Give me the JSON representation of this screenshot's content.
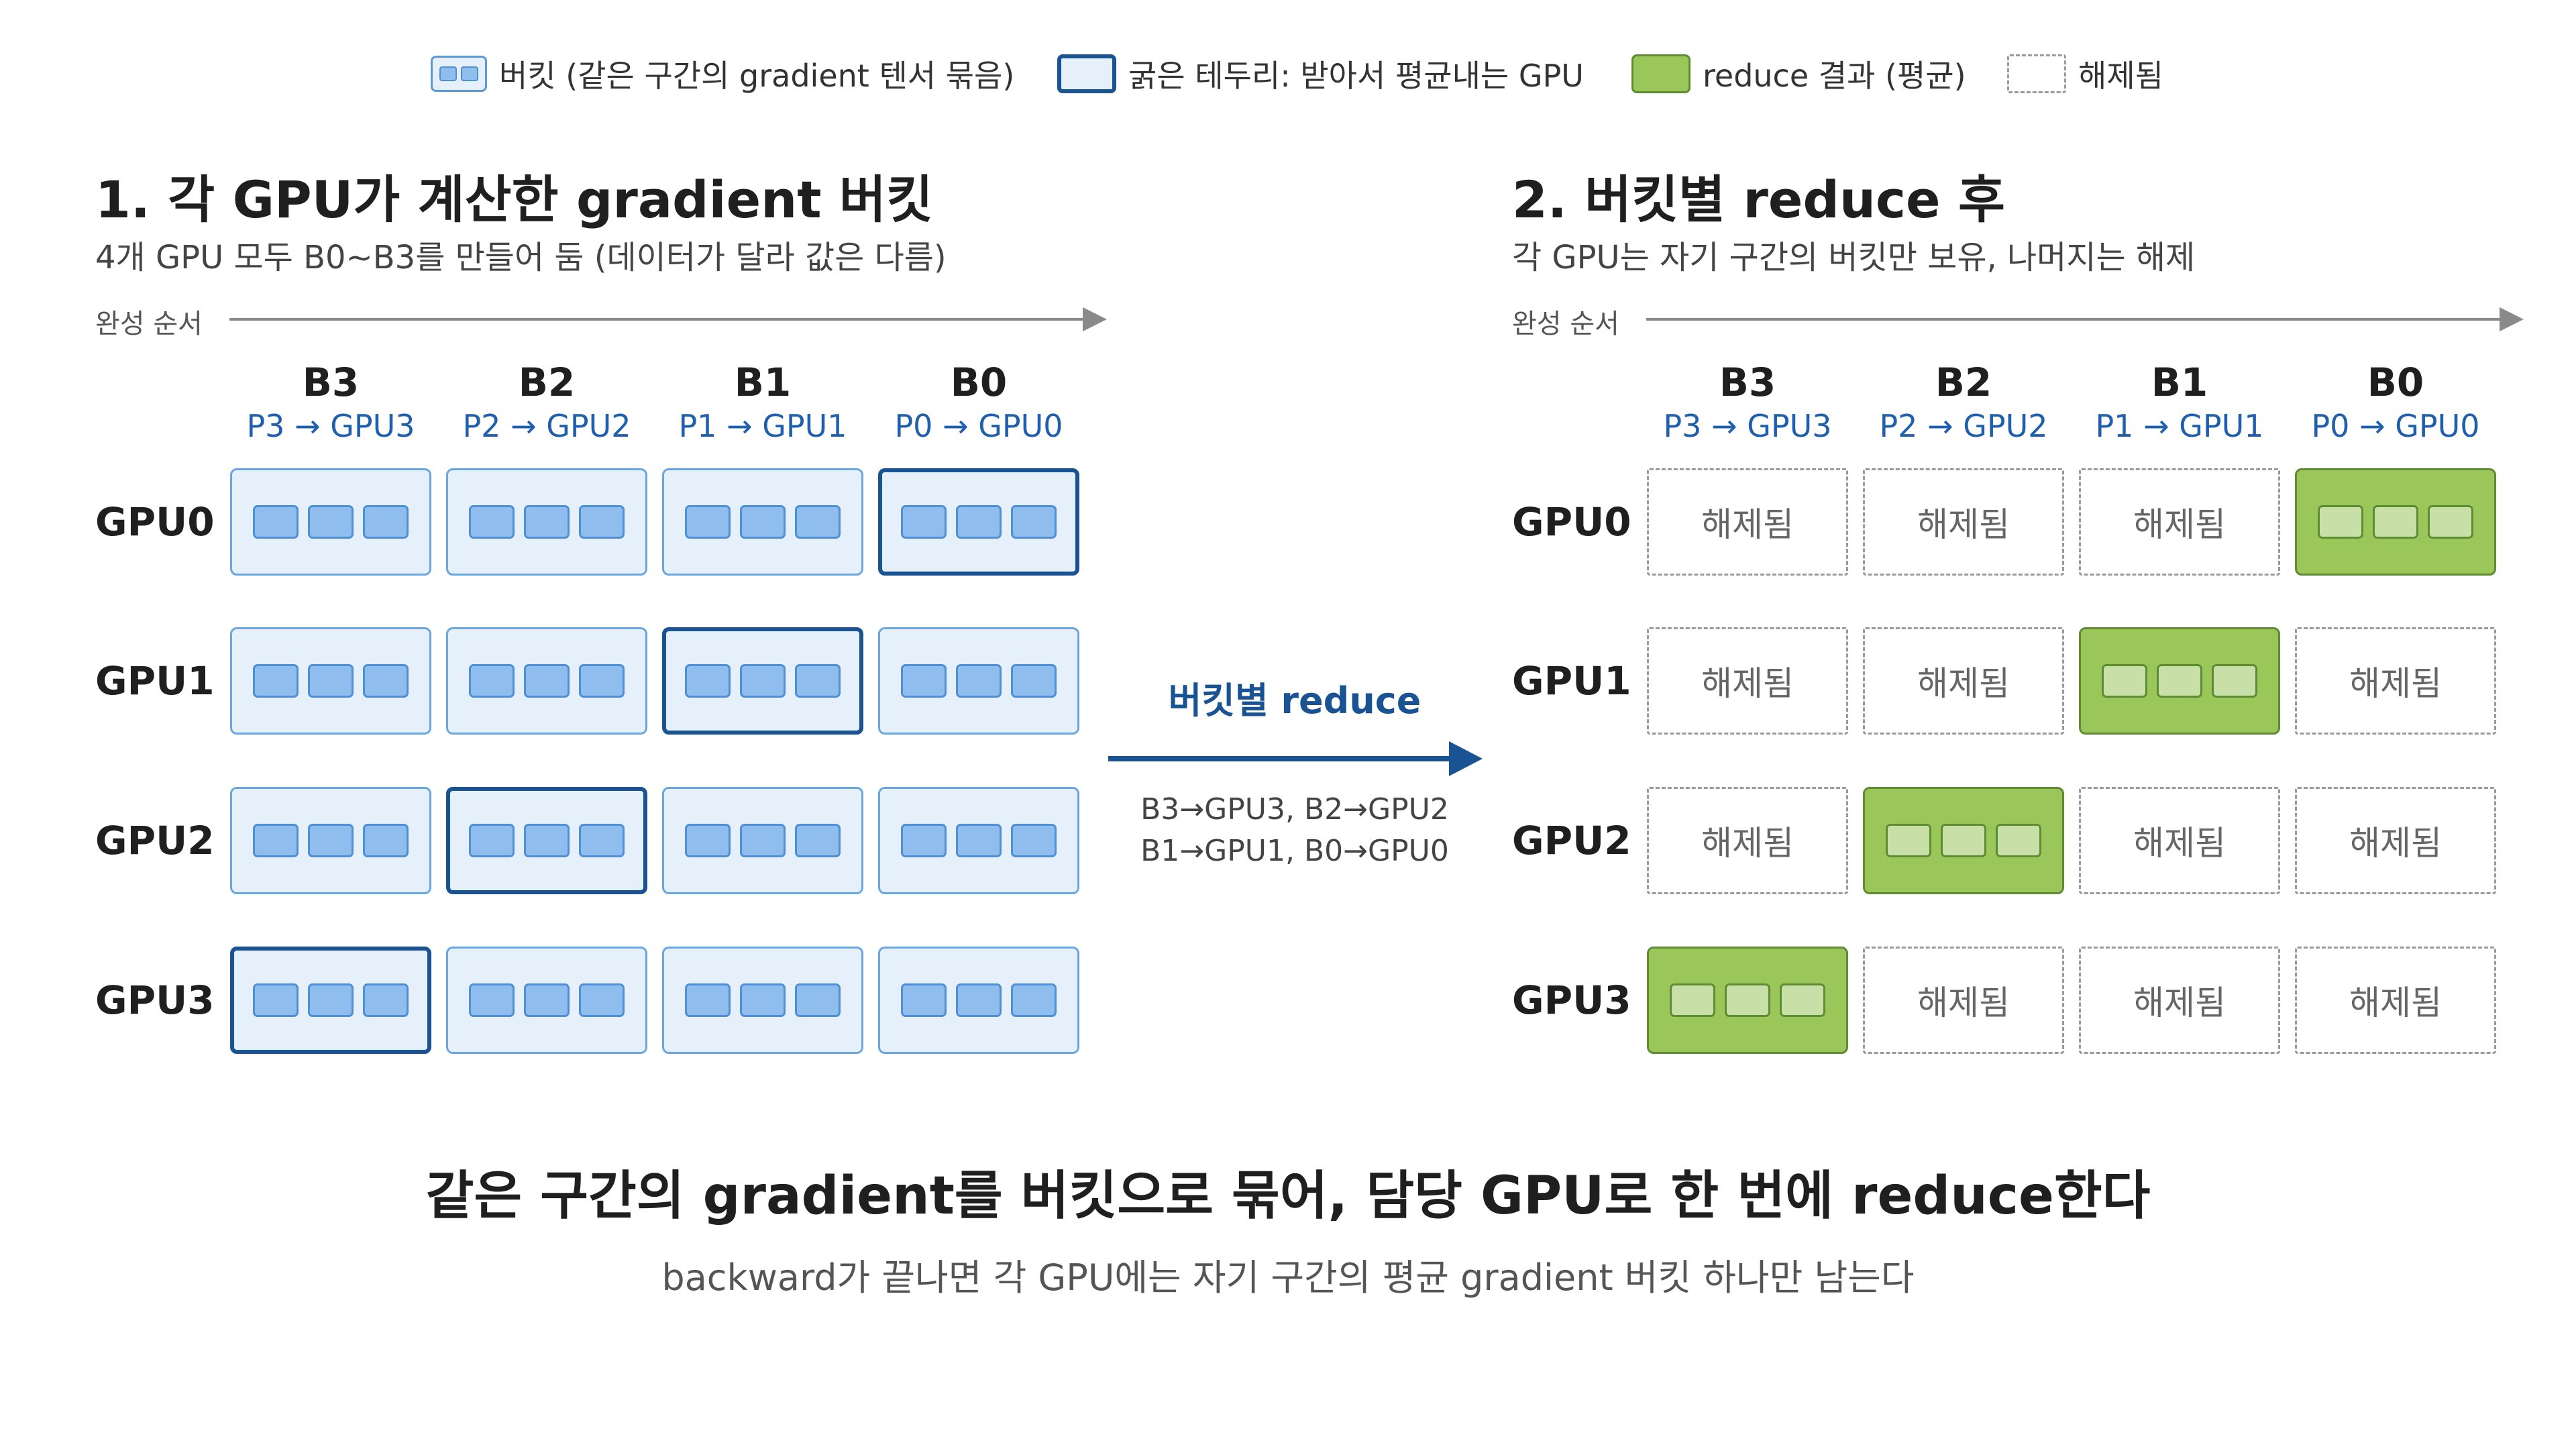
{
  "legend": {
    "bucket": "버킷 (같은 구간의 gradient 텐서 묶음)",
    "thick": "굵은 테두리: 받아서 평균내는 GPU",
    "green": "reduce 결과 (평균)",
    "freed": "해제됨"
  },
  "left": {
    "title": "1. 각 GPU가 계산한 gradient 버킷",
    "subtitle": "4개 GPU 모두 B0~B3를 만들어 둠 (데이터가 달라 값은 다름)",
    "order_label": "완성 순서"
  },
  "right": {
    "title": "2. 버킷별 reduce 후",
    "subtitle": "각 GPU는 자기 구간의 버킷만 보유, 나머지는 해제",
    "order_label": "완성 순서",
    "freed_label": "해제됨"
  },
  "columns": [
    {
      "bucket": "B3",
      "owner": "P3 → GPU3"
    },
    {
      "bucket": "B2",
      "owner": "P2 → GPU2"
    },
    {
      "bucket": "B1",
      "owner": "P1 → GPU1"
    },
    {
      "bucket": "B0",
      "owner": "P0 → GPU0"
    }
  ],
  "rows": [
    "GPU0",
    "GPU1",
    "GPU2",
    "GPU3"
  ],
  "middle": {
    "label": "버킷별 reduce",
    "map_line1": "B3→GPU3, B2→GPU2",
    "map_line2": "B1→GPU1, B0→GPU0"
  },
  "footer": {
    "title": "같은 구간의 gradient를 버킷으로 묶어, 담당 GPU로 한 번에 reduce한다",
    "subtitle": "backward가 끝나면 각 GPU에는 자기 구간의 평균 gradient 버킷 하나만 남는다"
  },
  "colors": {
    "bucket_fill": "#e6f0fa",
    "bucket_border": "#6aa7e0",
    "thick_border": "#1a5394",
    "green_fill": "#9bc65a",
    "freed_border": "#9a9a9a"
  }
}
